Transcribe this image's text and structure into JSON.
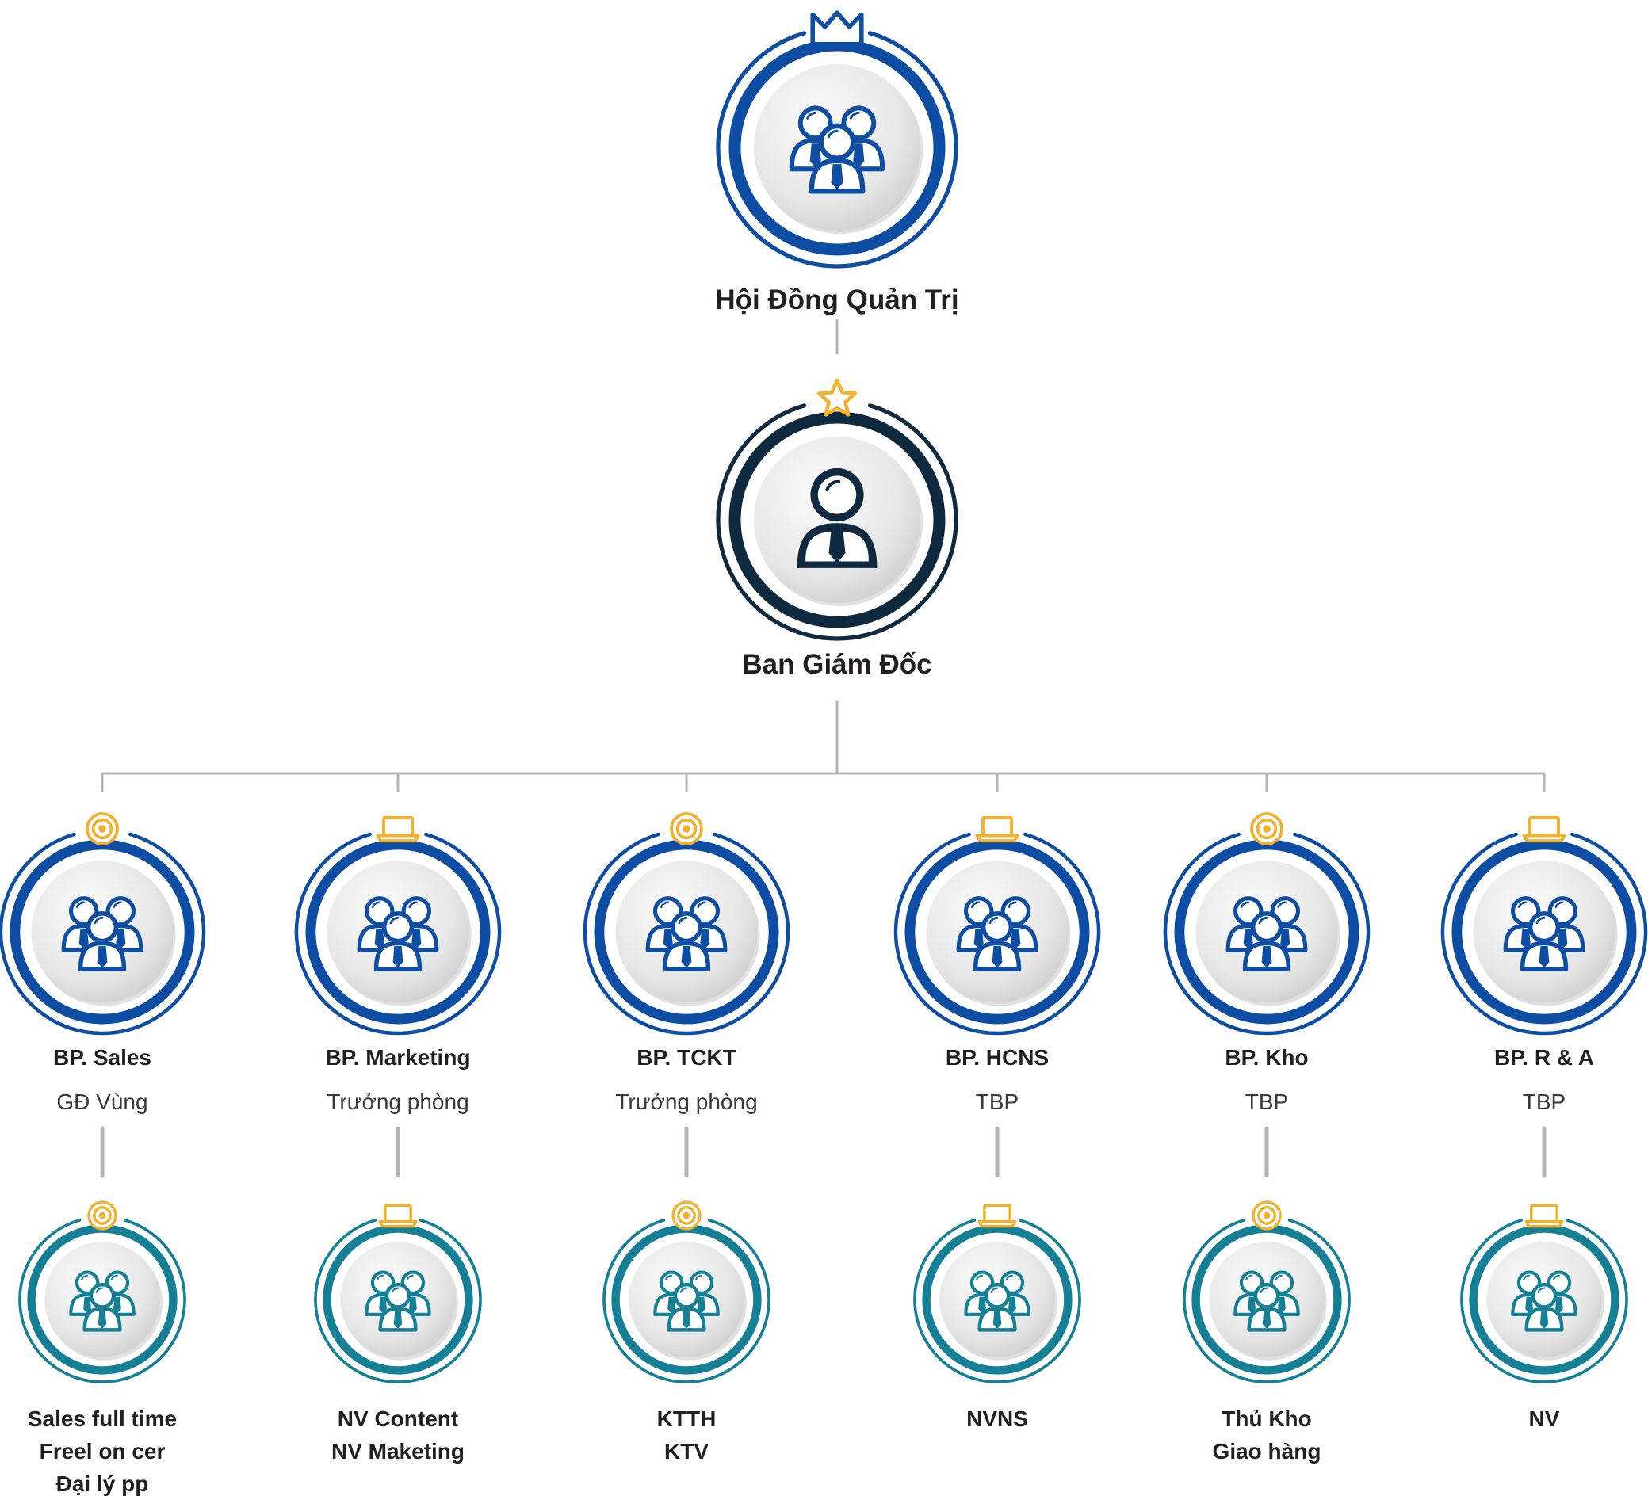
{
  "colors": {
    "blue": "#0e4da4",
    "navy": "#0f2a3f",
    "teal": "#157f96",
    "gold": "#f2b12c",
    "connector": "#b4b4b4",
    "disc_light": "#f8f8f8",
    "disc_dark": "#d2d2d2"
  },
  "board": {
    "title": "Hội Đồng Quản Trị",
    "badge_icon": "crown-icon",
    "person_icon": "group-people-icon"
  },
  "director": {
    "title": "Ban Giám Đốc",
    "badge_icon": "star-icon",
    "person_icon": "single-person-icon"
  },
  "departments": [
    {
      "key": "sales",
      "name": "BP. Sales",
      "role": "GĐ Vùng",
      "badge_icon": "target-icon",
      "staff_badge_icon": "target-icon",
      "staff": [
        "Sales full time",
        "Freel on cer",
        "Đại lý pp"
      ]
    },
    {
      "key": "marketing",
      "name": "BP. Marketing",
      "role": "Trưởng phòng",
      "badge_icon": "laptop-icon",
      "staff_badge_icon": "laptop-icon",
      "staff": [
        "NV Content",
        "NV Maketing"
      ]
    },
    {
      "key": "tckt",
      "name": "BP. TCKT",
      "role": "Trưởng phòng",
      "badge_icon": "target-icon",
      "staff_badge_icon": "target-icon",
      "staff": [
        "KTTH",
        "KTV"
      ]
    },
    {
      "key": "hcns",
      "name": "BP. HCNS",
      "role": "TBP",
      "badge_icon": "laptop-icon",
      "staff_badge_icon": "laptop-icon",
      "staff": [
        "NVNS"
      ]
    },
    {
      "key": "kho",
      "name": "BP. Kho",
      "role": "TBP",
      "badge_icon": "target-icon",
      "staff_badge_icon": "target-icon",
      "staff": [
        "Thủ Kho",
        "Giao hàng"
      ]
    },
    {
      "key": "ra",
      "name": "BP. R & A",
      "role": "TBP",
      "badge_icon": "laptop-icon",
      "staff_badge_icon": "laptop-icon",
      "staff": [
        "NV"
      ]
    }
  ]
}
